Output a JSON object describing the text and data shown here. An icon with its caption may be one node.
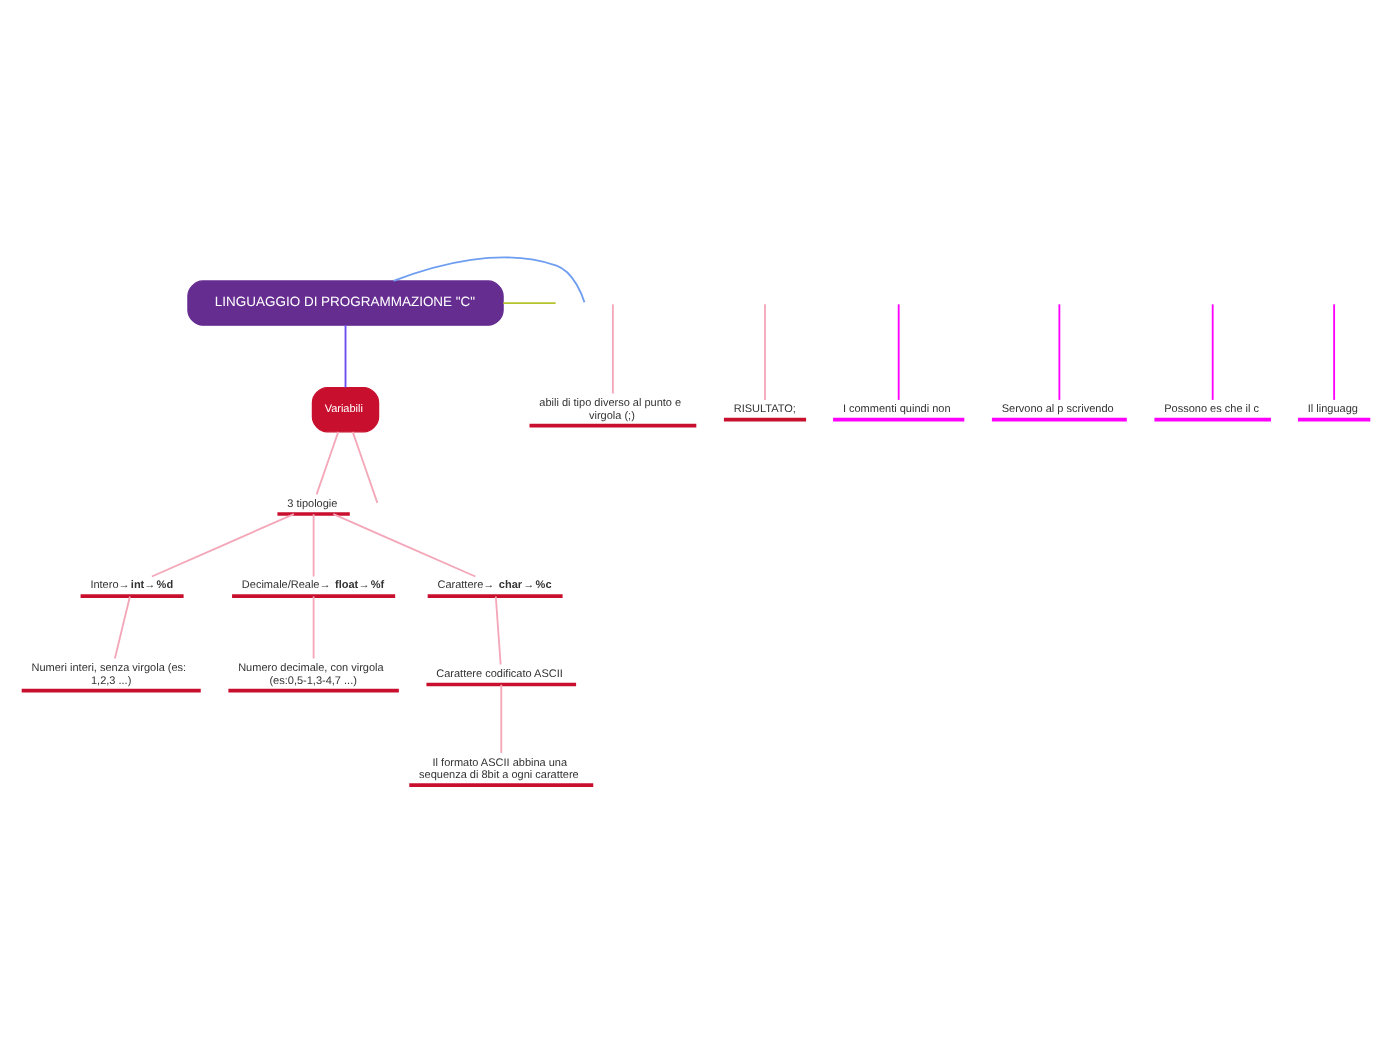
{
  "diagram": {
    "nodes": [
      {
        "text": [
          "LINGUAGGIO DI PROGRAMMAZIONE \"C\""
        ]
      },
      {
        "text": [
          "Variabili"
        ]
      },
      {
        "text": [
          "3 tipologie"
        ]
      },
      {
        "text": [
          "Intero→**int**→**%d**"
        ]
      },
      {
        "text": [
          "Decimale/Reale→**float**→**%f**"
        ]
      },
      {
        "text": [
          "Carattere→ **char**→**%c**"
        ]
      },
      {
        "text": [
          "Numeri interi, senza virgola (es: 1,2,3 ...)"
        ]
      },
      {
        "text": [
          "Numero decimale, con virgola (es:0,5-1,3-4,7 ...)"
        ]
      },
      {
        "text": [
          "Carattere codificato ASCII"
        ]
      },
      {
        "text": [
          "Il formato ASCII abbina una sequenza di 8bit a ogni carattere"
        ]
      },
      {
        "text": [
          "abili di tipo diverso al punto e virgola (;)"
        ]
      },
      {
        "text": [
          "RISULTATO;"
        ]
      },
      {
        "text": [
          "I commenti quindi non"
        ]
      },
      {
        "text": [
          "Servono al p scrivendo"
        ]
      },
      {
        "text": [
          "Possono es che il c"
        ]
      },
      {
        "text": [
          "Il linguagg"
        ]
      }
    ],
    "edges": [
      {
        "from": 0,
        "to": null,
        "arrow": "none",
        "color": "#6f9ef0"
      },
      {
        "from": 0,
        "to": 1,
        "arrow": "none",
        "color": "#6a4cf0"
      },
      {
        "from": 0,
        "to": null,
        "arrow": "none",
        "color": "#b5c42c"
      },
      {
        "from": 1,
        "to": null,
        "arrow": "none"
      },
      {
        "from": 1,
        "to": 2,
        "arrow": "none"
      },
      {
        "from": 2,
        "to": 3,
        "arrow": "none"
      },
      {
        "from": 2,
        "to": 4,
        "arrow": "none"
      },
      {
        "from": 2,
        "to": 5,
        "arrow": "none"
      },
      {
        "from": 3,
        "to": 6,
        "arrow": "none"
      },
      {
        "from": 4,
        "to": 7,
        "arrow": "none"
      },
      {
        "from": 5,
        "to": 8,
        "arrow": "none"
      },
      {
        "from": 8,
        "to": 9,
        "arrow": "none"
      },
      {
        "from": null,
        "to": 10,
        "arrow": "none"
      },
      {
        "from": null,
        "to": 11,
        "arrow": "none"
      },
      {
        "from": null,
        "to": 12,
        "arrow": "none",
        "color": "#ff00ff"
      },
      {
        "from": null,
        "to": 13,
        "arrow": "none",
        "color": "#ff00ff"
      },
      {
        "from": null,
        "to": 14,
        "arrow": "none",
        "color": "#ff00ff"
      },
      {
        "from": null,
        "to": 15,
        "arrow": "none",
        "color": "#ff00ff"
      }
    ]
  }
}
